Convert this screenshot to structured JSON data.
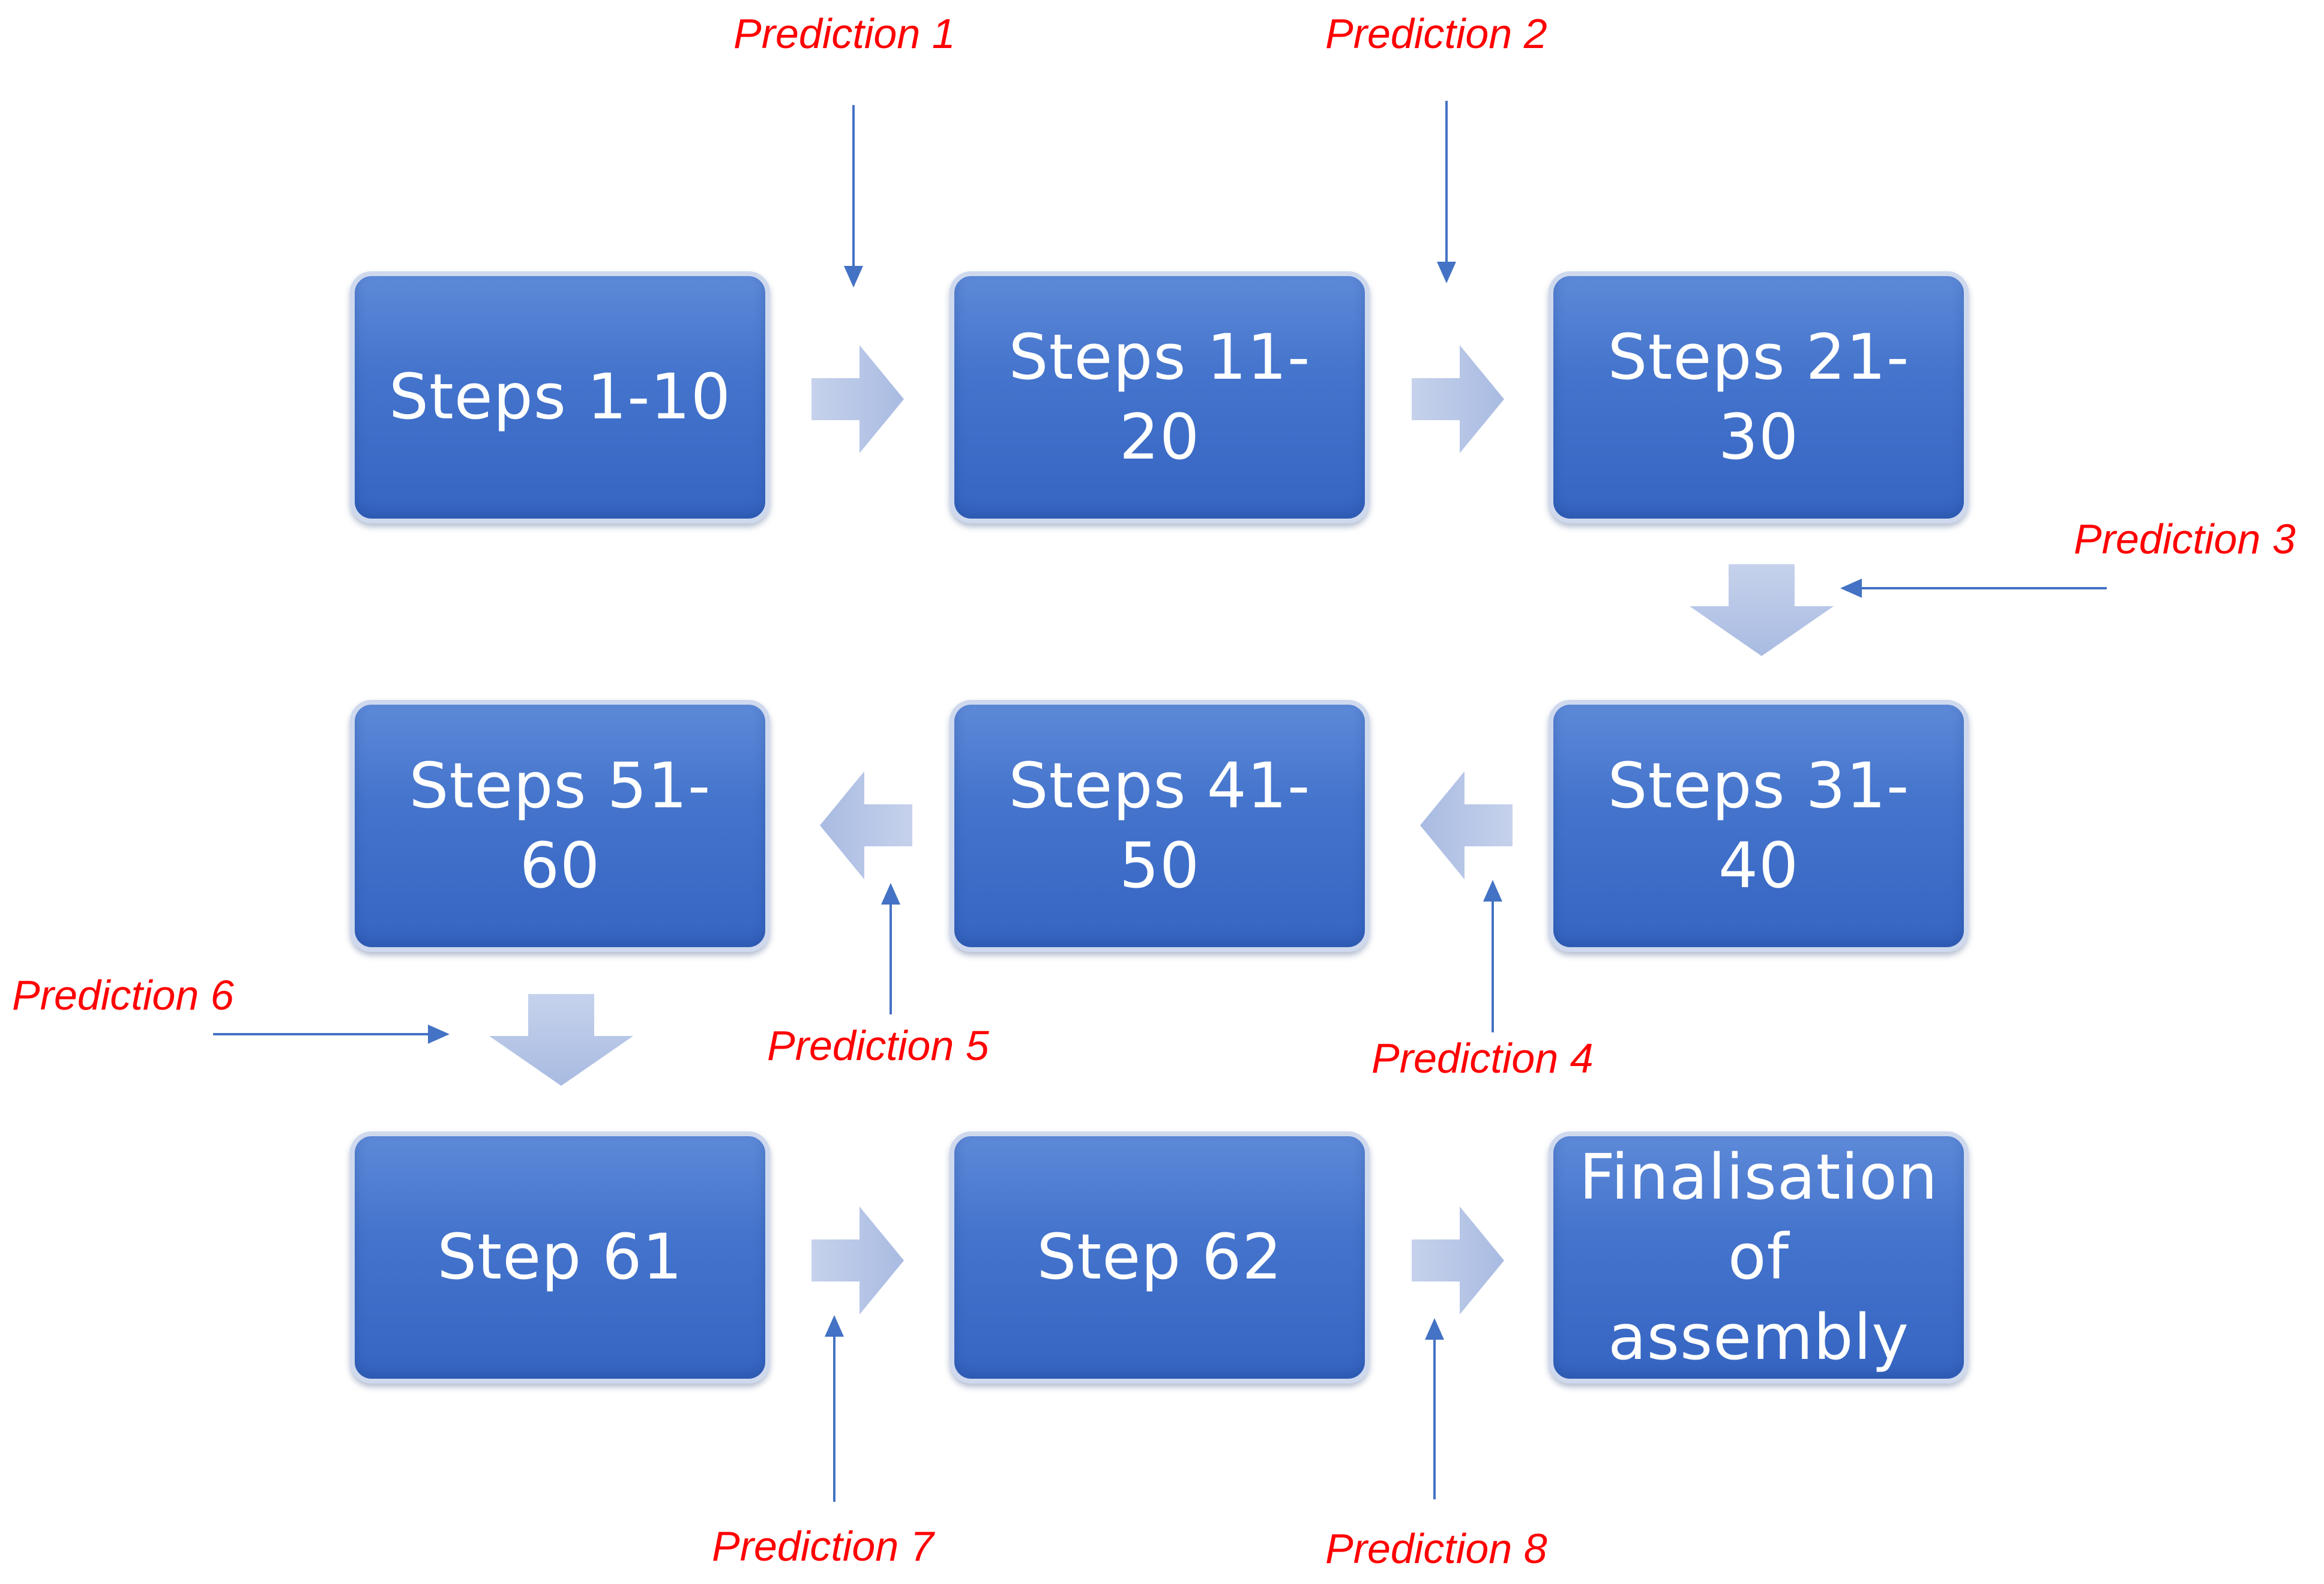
{
  "steps": [
    {
      "label": "Steps 1-10"
    },
    {
      "label": "Steps 11-20"
    },
    {
      "label": "Steps 21-30"
    },
    {
      "label": "Steps 31-40"
    },
    {
      "label": "Steps 41-50"
    },
    {
      "label": "Steps 51-60"
    },
    {
      "label": "Step 61"
    },
    {
      "label": "Step 62"
    },
    {
      "label": "Finalisation of assembly"
    }
  ],
  "predictions": [
    {
      "label": "Prediction 1"
    },
    {
      "label": "Prediction 2"
    },
    {
      "label": "Prediction 3"
    },
    {
      "label": "Prediction 4"
    },
    {
      "label": "Prediction 5"
    },
    {
      "label": "Prediction 6"
    },
    {
      "label": "Prediction 7"
    },
    {
      "label": "Prediction 8"
    }
  ],
  "colors": {
    "box_fill": "#4474cc",
    "prediction_text": "#ff0000",
    "pointer_line": "#4472c4"
  }
}
